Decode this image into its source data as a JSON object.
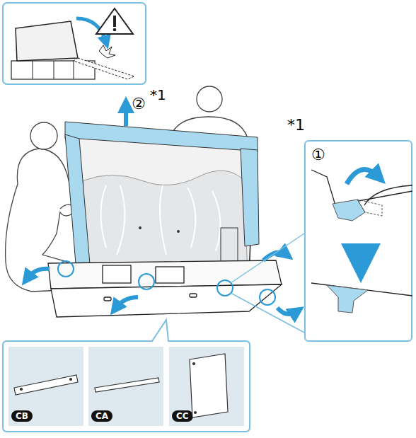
{
  "diagram": {
    "nodes": [
      {
        "text": [
          "*1",
          "①"
        ]
      },
      {
        "text": [
          "CB"
        ]
      },
      {
        "text": [
          "CA"
        ]
      },
      {
        "text": [
          "CC"
        ]
      }
    ],
    "labels": [
      "②",
      "*1"
    ]
  }
}
